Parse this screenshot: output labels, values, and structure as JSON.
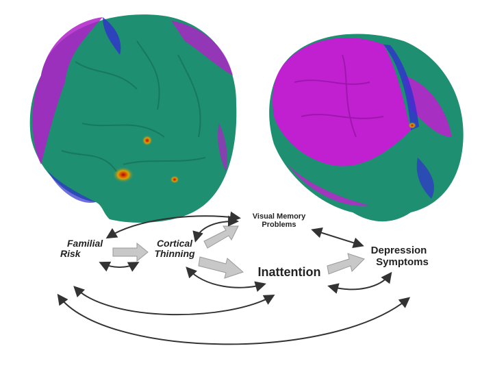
{
  "colors": {
    "cortex": "#1e8f70",
    "highlight": "#c020d0",
    "blue": "#3030d0",
    "arrow_fill": "#c8c8c8",
    "arrow_line": "#333333"
  },
  "nodes": {
    "visual_memory": [
      "Visual Memory",
      "Problems"
    ],
    "familial_risk": [
      "Familial",
      "Risk"
    ],
    "cortical_thinning": [
      "Cortical",
      "Thinning"
    ],
    "inattention": "Inattention",
    "depression": [
      "Depression",
      "Symptoms"
    ]
  }
}
